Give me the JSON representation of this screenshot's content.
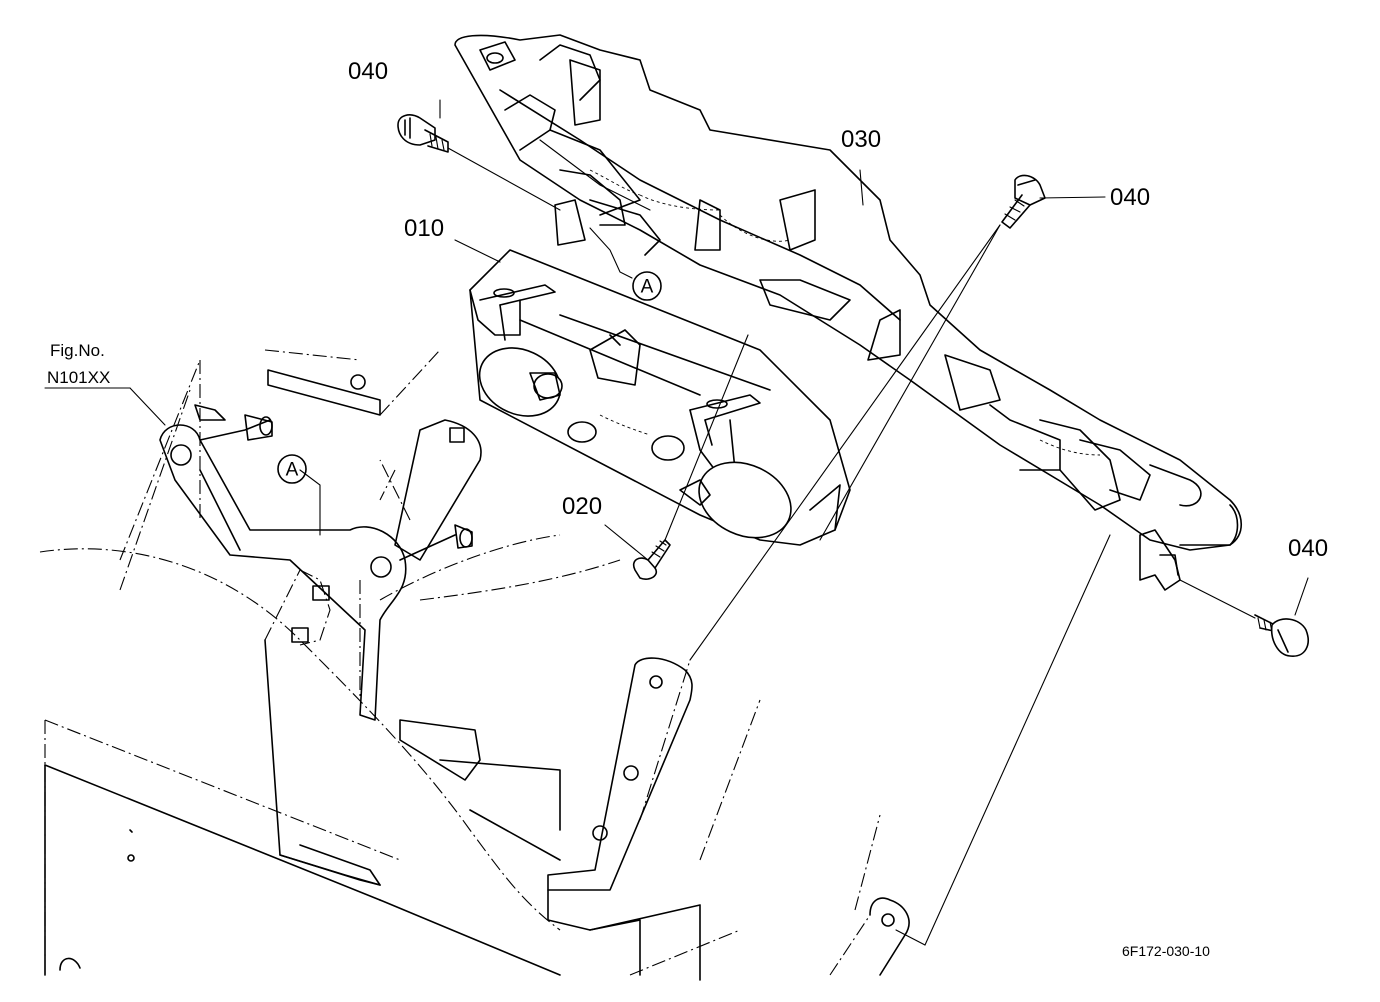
{
  "labels": {
    "part_040_top_left": "040",
    "part_030": "030",
    "part_040_right_top": "040",
    "part_010": "010",
    "part_020": "020",
    "part_040_right_bottom": "040",
    "fig_no_line1": "Fig.No.",
    "fig_no_line2": "N101XX",
    "callout_a_1": "A",
    "callout_a_2": "A",
    "drawing_ref": "6F172-030-10"
  }
}
